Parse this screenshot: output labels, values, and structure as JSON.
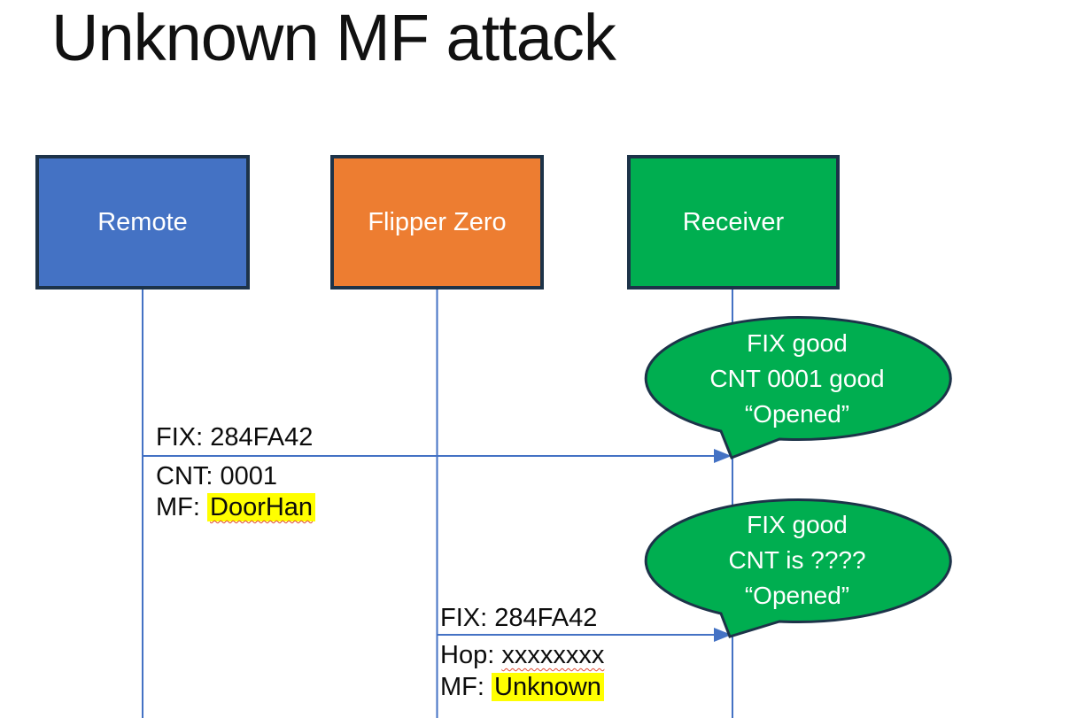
{
  "title": "Unknown MF attack",
  "actors": {
    "remote": {
      "label": "Remote",
      "fill": "#4472C4"
    },
    "flipper": {
      "label": "Flipper Zero",
      "fill": "#ED7D31"
    },
    "receiver": {
      "label": "Receiver",
      "fill": "#00AE50"
    }
  },
  "messages": {
    "remote_to_receiver": {
      "line1": "FIX: 284FA42",
      "line2": "CNT: 0001",
      "line3_prefix": "MF: ",
      "line3_value": "DoorHan"
    },
    "flipper_to_receiver": {
      "line1": "FIX: 284FA42",
      "line2_prefix": "Hop: ",
      "line2_value": "xxxxxxxx",
      "line3_prefix": "MF: ",
      "line3_value": "Unknown"
    }
  },
  "callouts": {
    "first": {
      "line1": "FIX good",
      "line2": "CNT 0001 good",
      "line3": "“Opened”"
    },
    "second": {
      "line1": "FIX good",
      "line2": "CNT is ????",
      "line3": "“Opened”"
    }
  },
  "colors": {
    "box_border": "#1d3349",
    "lifeline": "#4472C4",
    "arrow": "#4472C4",
    "bubble_fill": "#00AE50",
    "bubble_border": "#1d3349",
    "highlight": "#FFFF00",
    "squiggle": "#E0492F",
    "label_text": "#0c0c0c",
    "box_text": "#FFFFFF"
  }
}
